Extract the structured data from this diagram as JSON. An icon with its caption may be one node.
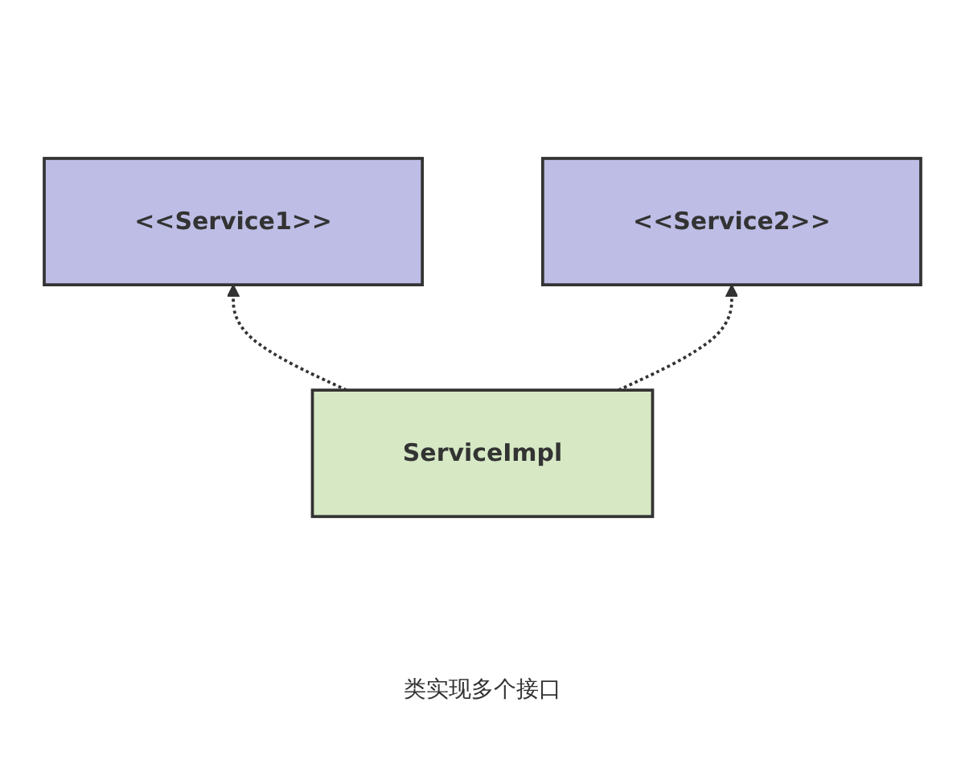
{
  "diagram": {
    "caption": "类实现多个接口",
    "nodes": [
      {
        "text": [
          "<<Service1>>"
        ]
      },
      {
        "text": [
          "<<Service2>>"
        ]
      },
      {
        "text": [
          "ServiceImpl"
        ]
      }
    ],
    "edges": [
      {
        "from": 2,
        "to": 0,
        "arrow": "to",
        "style": "dashed"
      },
      {
        "from": 2,
        "to": 1,
        "arrow": "to",
        "style": "dashed"
      }
    ]
  }
}
